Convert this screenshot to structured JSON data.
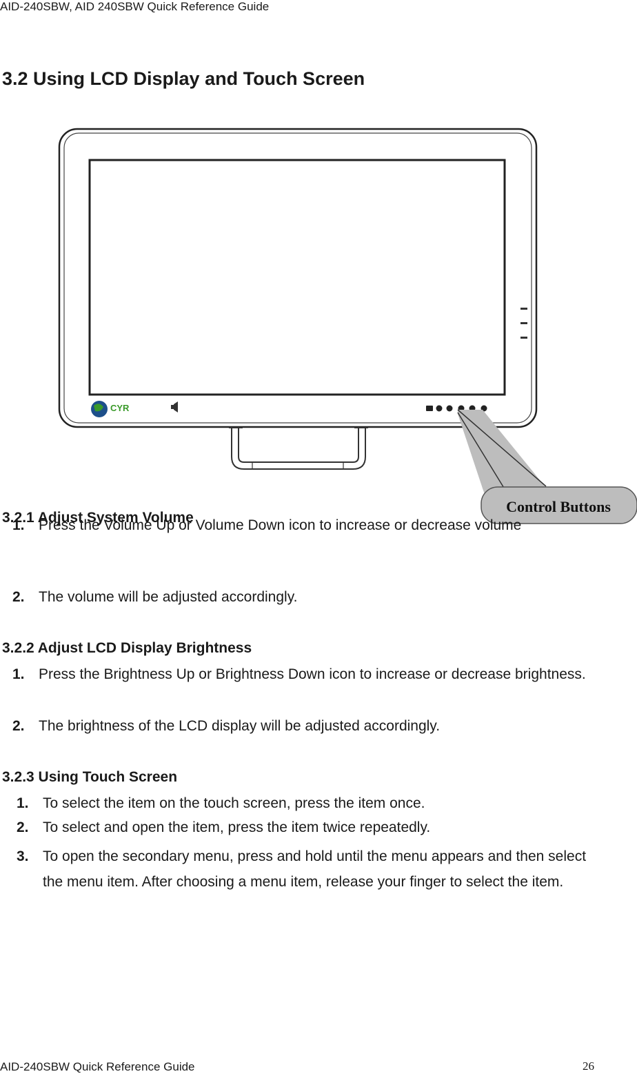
{
  "header": {
    "text": "AID-240SBW, AID 240SBW Quick Reference Guide"
  },
  "title": "3.2 Using LCD Display and Touch Screen",
  "figure": {
    "callout": "Control Buttons",
    "logo": "CYR"
  },
  "sections": [
    {
      "heading": "3.2.1 Adjust System Volume",
      "items": [
        {
          "num": "1.",
          "text": "Press the Volume Up or Volume Down icon to increase or decrease volume"
        },
        {
          "num": "2.",
          "text": "The volume will be adjusted accordingly."
        }
      ]
    },
    {
      "heading": "3.2.2 Adjust LCD Display Brightness",
      "items": [
        {
          "num": "1.",
          "text": "Press the Brightness Up or Brightness Down icon to increase or decrease brightness."
        },
        {
          "num": "2.",
          "text": "The brightness of the LCD display will be adjusted accordingly."
        }
      ]
    },
    {
      "heading": "3.2.3 Using Touch Screen",
      "items": [
        {
          "num": "1.",
          "text": "To select the item on the touch screen, press the item once."
        },
        {
          "num": "2.",
          "text": "To select and open the item, press the item twice repeatedly."
        },
        {
          "num": "3.",
          "text": "To open the secondary menu, press and hold until the menu appears and then select the menu item. After choosing a menu item, release your finger to select the item."
        }
      ]
    }
  ],
  "footer": {
    "left": "AID-240SBW Quick Reference Guide",
    "page": "26"
  }
}
